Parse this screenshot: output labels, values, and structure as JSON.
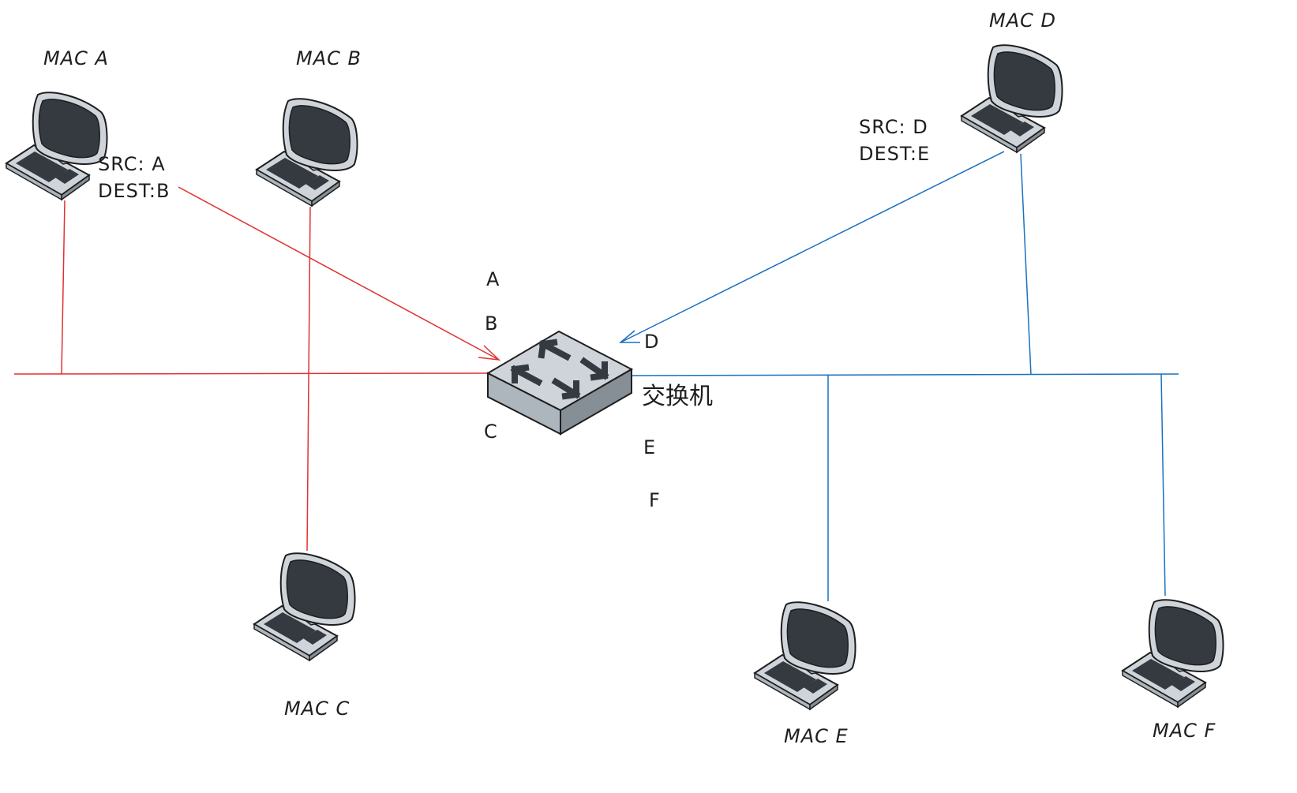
{
  "diagram": {
    "switch_label": "交换机",
    "colors": {
      "left_segment": "#e03131",
      "right_segment": "#1971c2",
      "ink": "#1e1e1e",
      "screen": "#343a40",
      "case": "#ced4da"
    },
    "computers": [
      {
        "id": "A",
        "label": "MAC A",
        "icon": "desktop-computer-icon"
      },
      {
        "id": "B",
        "label": "MAC B",
        "icon": "desktop-computer-icon"
      },
      {
        "id": "C",
        "label": "MAC C",
        "icon": "desktop-computer-icon"
      },
      {
        "id": "D",
        "label": "MAC D",
        "icon": "desktop-computer-icon"
      },
      {
        "id": "E",
        "label": "MAC E",
        "icon": "desktop-computer-icon"
      },
      {
        "id": "F",
        "label": "MAC F",
        "icon": "desktop-computer-icon"
      }
    ],
    "switch_icon": "network-switch-icon",
    "port_labels": [
      "A",
      "B",
      "C",
      "D",
      "E",
      "F"
    ],
    "frames": [
      {
        "src_line": "SRC:  A",
        "dest_line": "DEST:B",
        "color": "#e03131"
      },
      {
        "src_line": "SRC:  D",
        "dest_line": "DEST:E",
        "color": "#1971c2"
      }
    ]
  }
}
